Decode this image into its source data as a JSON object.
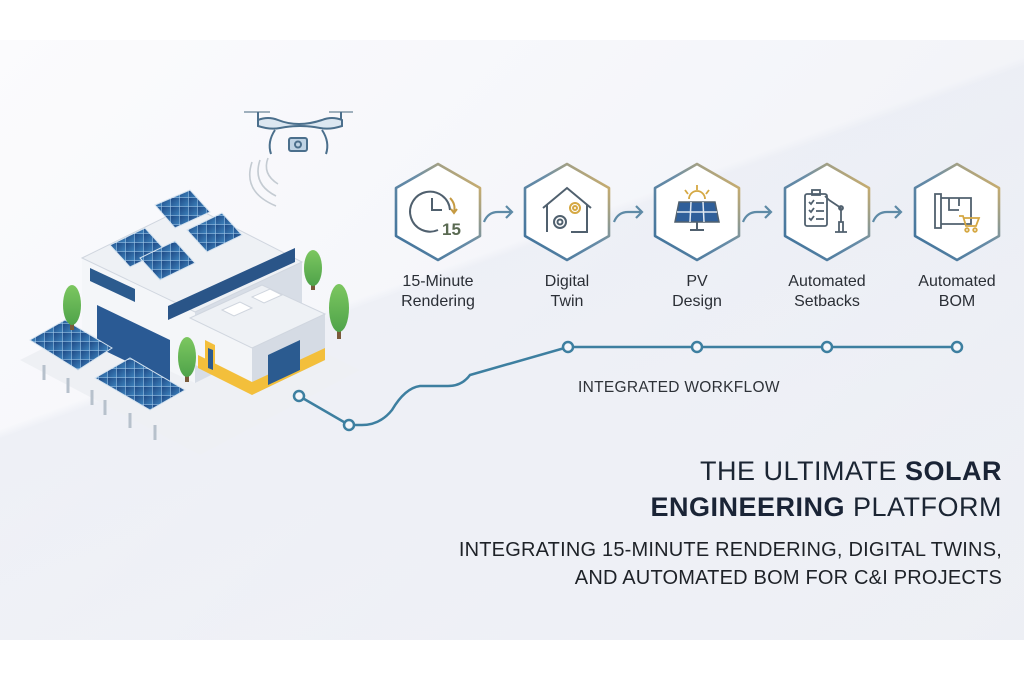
{
  "workflow_steps": [
    {
      "line1": "15-Minute",
      "line2": "Rendering",
      "icon": "clock-15-icon"
    },
    {
      "line1": "Digital",
      "line2": "Twin",
      "icon": "house-gears-icon"
    },
    {
      "line1": "PV",
      "line2": "Design",
      "icon": "solar-panel-sun-icon"
    },
    {
      "line1": "Automated",
      "line2": "Setbacks",
      "icon": "checklist-robot-arm-icon"
    },
    {
      "line1": "Automated",
      "line2": "BOM",
      "icon": "blueprint-cart-icon"
    }
  ],
  "clock_badge": "15",
  "workflow_label": "INTEGRATED WORKFLOW",
  "headline": {
    "part1": "THE ULTIMATE ",
    "bold1": "SOLAR",
    "bold2": "ENGINEERING",
    "part2": " PLATFORM"
  },
  "subheadline": {
    "line1": "INTEGRATING 15-MINUTE RENDERING, DIGITAL TWINS,",
    "line2": "AND AUTOMATED BOM FOR C&I PROJECTS"
  },
  "colors": {
    "accent_blue": "#3d7fa0",
    "hex_gold": "#e6b85a",
    "panel_blue": "#2f5f9a",
    "text_dark": "#1b2533",
    "tree_green": "#6fbf5a",
    "building_yellow": "#f3bf3b"
  }
}
